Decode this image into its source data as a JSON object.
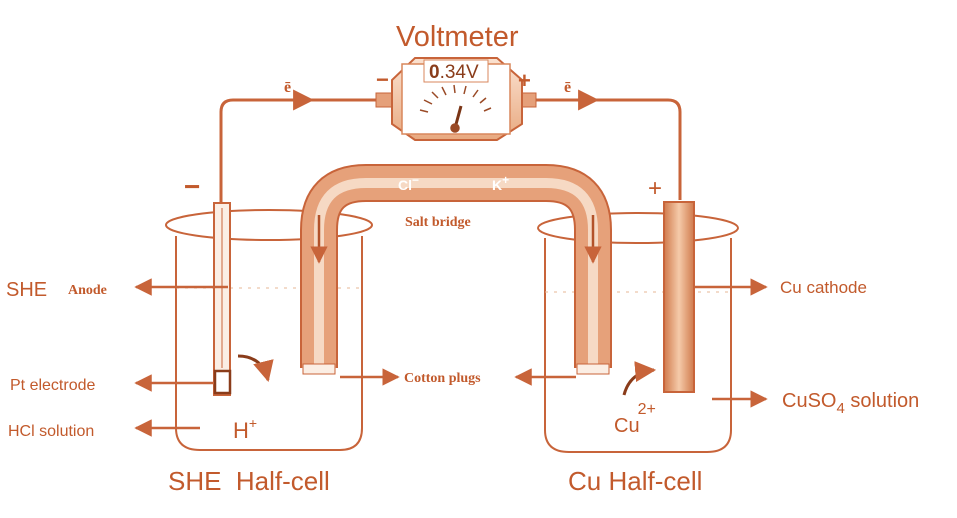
{
  "colors": {
    "stroke": "#c8643a",
    "text": "#c25a2c",
    "bridge_fill": "#e6a17a",
    "bridge_light": "#f6d9c4",
    "meter_body": "#f3c7a8",
    "meter_face": "#ffffff"
  },
  "voltmeter": {
    "title": "Voltmeter",
    "reading_bold": "0",
    "reading_rest": ".34V",
    "minus": "−",
    "plus": "+",
    "dial_icon": "needle-gauge-icon"
  },
  "wire": {
    "electron_left": "ē",
    "electron_right": "ē"
  },
  "electrodes": {
    "anode_sign": "−",
    "cathode_sign": "+"
  },
  "salt_bridge": {
    "label": "Salt bridge",
    "anion": "Cl",
    "anion_charge": "−",
    "cation": "K",
    "cation_charge": "+"
  },
  "labels": {
    "she": "SHE",
    "anode": "Anode",
    "pt_electrode": "Pt electrode",
    "hcl_solution": "HCl solution",
    "cotton_plugs": "Cotton plugs",
    "cu_cathode": "Cu cathode",
    "cuso4_prefix": "CuSO",
    "cuso4_sub": "4",
    "cuso4_suffix": " solution",
    "hplus": "H",
    "hplus_charge": "+",
    "cu_ion": "Cu",
    "cu_ion_charge": "2+",
    "she_half_cell": "SHE  Half-cell",
    "cu_half_cell": "Cu Half-cell"
  }
}
